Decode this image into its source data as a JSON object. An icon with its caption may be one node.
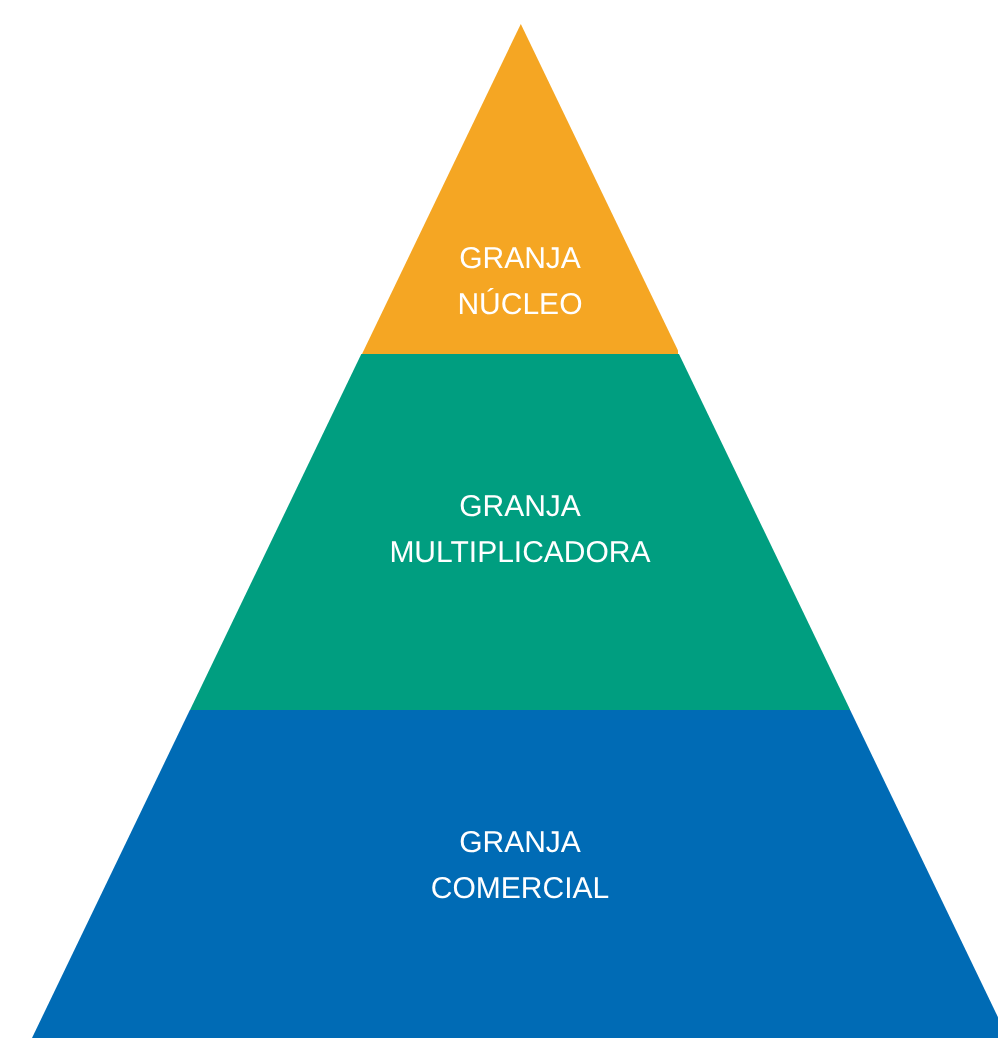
{
  "diagram": {
    "nodes": [
      {
        "text": [
          "GRANJA NÚCLEO"
        ]
      },
      {
        "text": [
          "GRANJA MULTIPLICADORA"
        ]
      },
      {
        "text": [
          "GRANJA COMERCIAL"
        ]
      }
    ]
  }
}
